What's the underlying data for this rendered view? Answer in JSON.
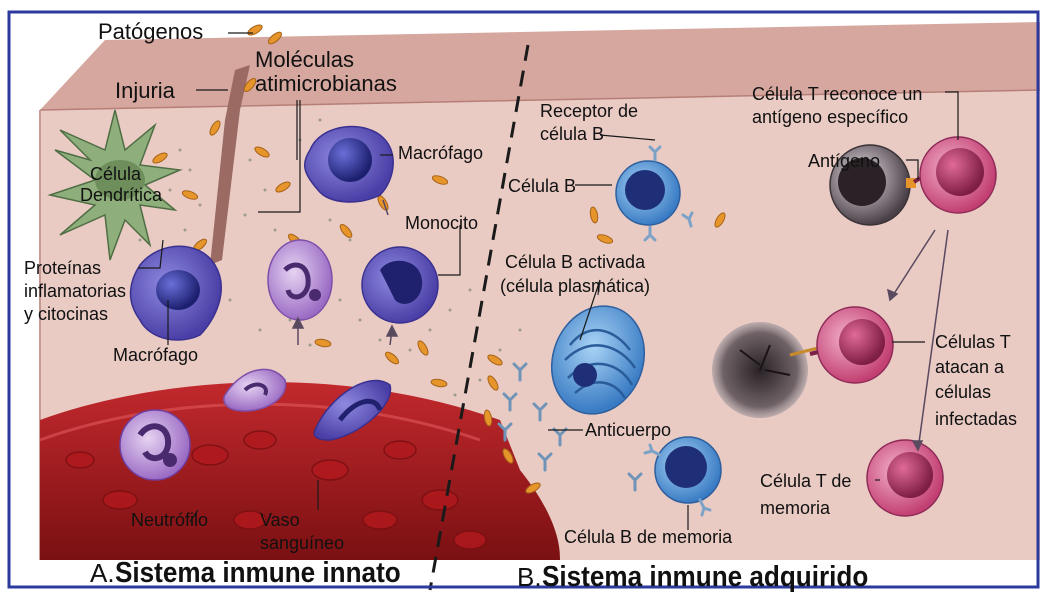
{
  "labels": {
    "patogenos": "Patógenos",
    "moleculas": "Moléculas",
    "atimicrobianas": "atimicrobianas",
    "injuria": "Injuria",
    "celula_dendritica_1": "Célula",
    "celula_dendritica_2": "Dendrítica",
    "macrofago_top": "Macrófago",
    "monocito": "Monocito",
    "proteinas_1": "Proteínas",
    "proteinas_2": "inflamatorias",
    "proteinas_3": "y citocinas",
    "macrofago_bottom": "Macrófago",
    "neutrofilo": "Neutrófilo",
    "vaso_1": "Vaso",
    "vaso_2": "sanguíneo",
    "receptor_1": "Receptor de",
    "receptor_2": "célula B",
    "celula_b": "Célula B",
    "celula_b_activada_1": "Célula B activada",
    "celula_b_activada_2": "(célula plasmática)",
    "anticuerpo": "Anticuerpo",
    "celula_b_memoria": "Célula B de memoria",
    "celula_t_reconoce_1": "Célula T reconoce un",
    "celula_t_reconoce_2": "antígeno específico",
    "antigeno": "Antígeno",
    "celulas_t_1": "Células T",
    "celulas_t_2": "atacan a",
    "celulas_t_3": "células",
    "celulas_t_4": "infectadas",
    "celula_t_memoria_1": "Célula T de",
    "celula_t_memoria_2": "memoria"
  },
  "captions": {
    "a_letter": "A.",
    "a_name": "Sistema inmune innato",
    "b_letter": "B.",
    "b_name": "Sistema inmune adquirido"
  },
  "colors": {
    "frame": "#2b3a9c",
    "tissue": "#e9cbc4",
    "tissue_top": "#d7a9a0",
    "vessel": "#9e1b1e",
    "dendritic": "#8fae7e",
    "macrophage": "#5b52b8",
    "b_cell": "#3c78c8",
    "t_cell": "#c8477a",
    "pathogen": "#e69a2e"
  }
}
